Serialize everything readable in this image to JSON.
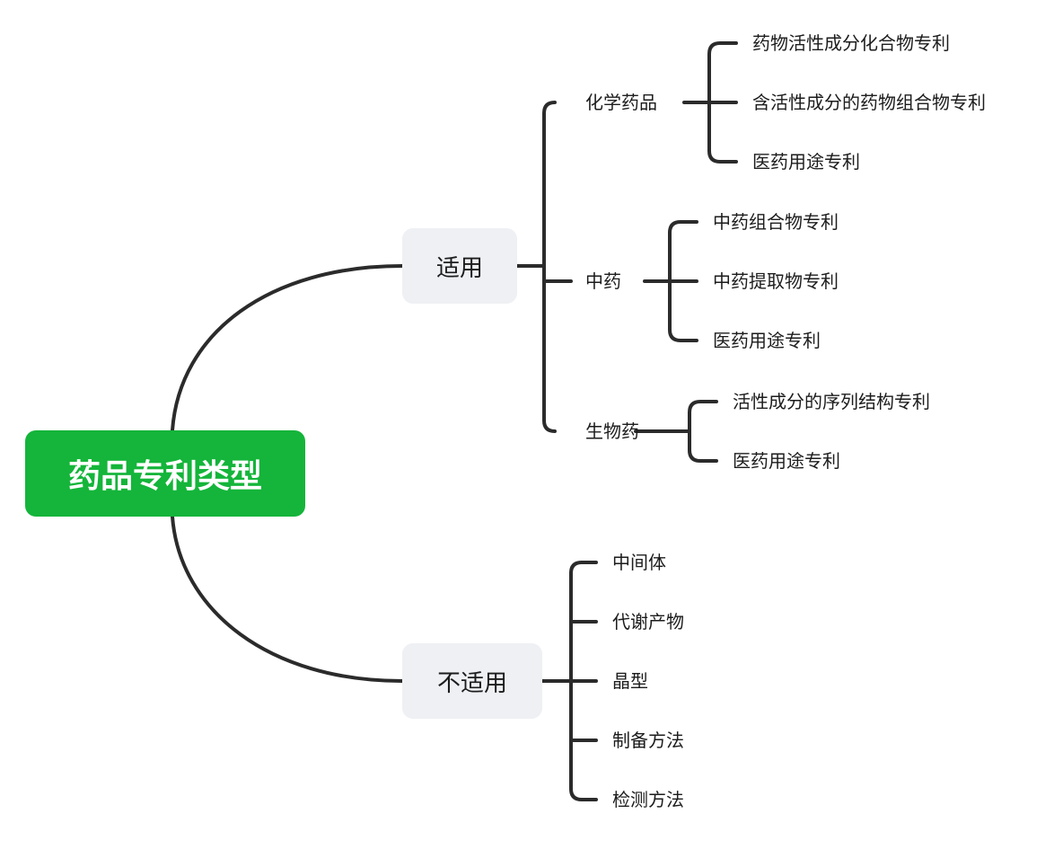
{
  "colors": {
    "root": "#14b53a",
    "line": "#2b2b2b"
  },
  "root": {
    "label": "药品专利类型"
  },
  "applicable": {
    "label": "适用",
    "chemical": {
      "label": "化学药品",
      "items": [
        "药物活性成分化合物专利",
        "含活性成分的药物组合物专利",
        "医药用途专利"
      ]
    },
    "tcm": {
      "label": "中药",
      "items": [
        "中药组合物专利",
        "中药提取物专利",
        "医药用途专利"
      ]
    },
    "bio": {
      "label": "生物药",
      "items": [
        "活性成分的序列结构专利",
        "医药用途专利"
      ]
    }
  },
  "not_applicable": {
    "label": "不适用",
    "items": [
      "中间体",
      "代谢产物",
      "晶型",
      "制备方法",
      "检测方法"
    ]
  }
}
